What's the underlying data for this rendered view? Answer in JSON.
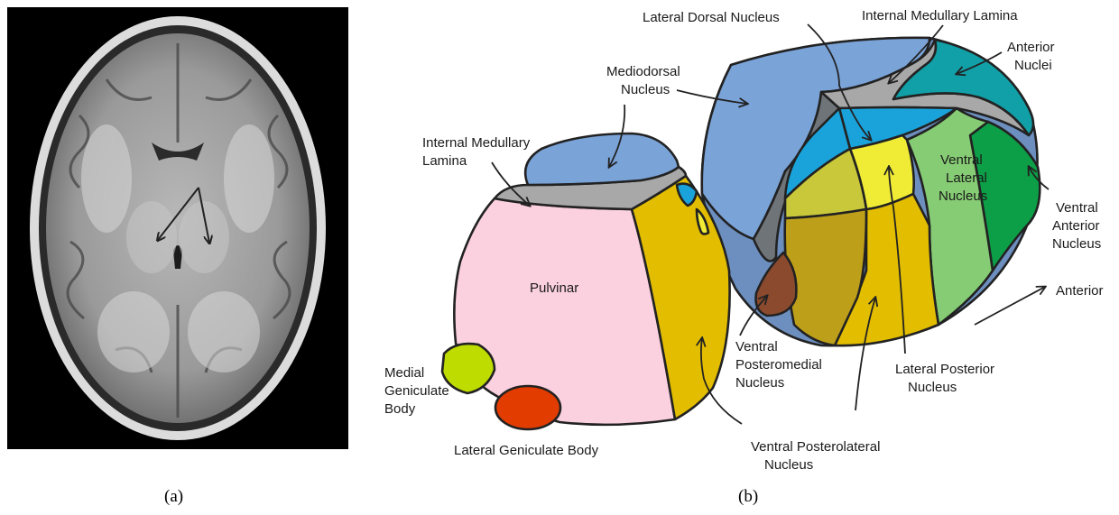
{
  "panels": {
    "a": {
      "caption": "(a)"
    },
    "b": {
      "caption": "(b)"
    }
  },
  "labels": {
    "lateral_dorsal": "Lateral Dorsal Nucleus",
    "internal_lamina_top": "Internal Medullary Lamina",
    "anterior_nuclei": [
      "Anterior",
      "Nuclei"
    ],
    "mediodorsal": [
      "Mediodorsal",
      "Nucleus"
    ],
    "internal_lamina_left": [
      "Internal Medullary",
      "Lamina"
    ],
    "ventral_lateral": [
      "Ventral",
      "Lateral",
      "Nucleus"
    ],
    "ventral_anterior": [
      "Ventral",
      "Anterior",
      "Nucleus"
    ],
    "pulvinar": "Pulvinar",
    "anterior_direction": "Anterior",
    "medial_geniculate": [
      "Medial",
      "Geniculate",
      "Body"
    ],
    "ventral_posteromedial": [
      "Ventral",
      "Posteromedial",
      "Nucleus"
    ],
    "lateral_posterior": [
      "Lateral Posterior",
      "Nucleus"
    ],
    "lateral_geniculate": "Lateral Geniculate Body",
    "ventral_posterolateral": [
      "Ventral Posterolateral",
      "Nucleus"
    ]
  },
  "colors": {
    "mediodorsal": "#7aa3d8",
    "mediodorsal_side": "#6d8fbf",
    "lamina": "#a8a8a8",
    "lamina_dark": "#6f7478",
    "lateral_dorsal": "#1aa3db",
    "anterior_nuclei": "#11a0a8",
    "ventral_anterior": "#0d9f47",
    "ventral_lateral": "#86cc74",
    "vpl_light": "#c9c83a",
    "vpl": "#e2bd00",
    "vpl_dark": "#bd9f1a",
    "lateral_posterior": "#f0ec35",
    "vpm": "#8b4a2e",
    "pulvinar": "#fbd0df",
    "medial_geniculate": "#bfdc00",
    "lateral_geniculate": "#e33c00"
  }
}
